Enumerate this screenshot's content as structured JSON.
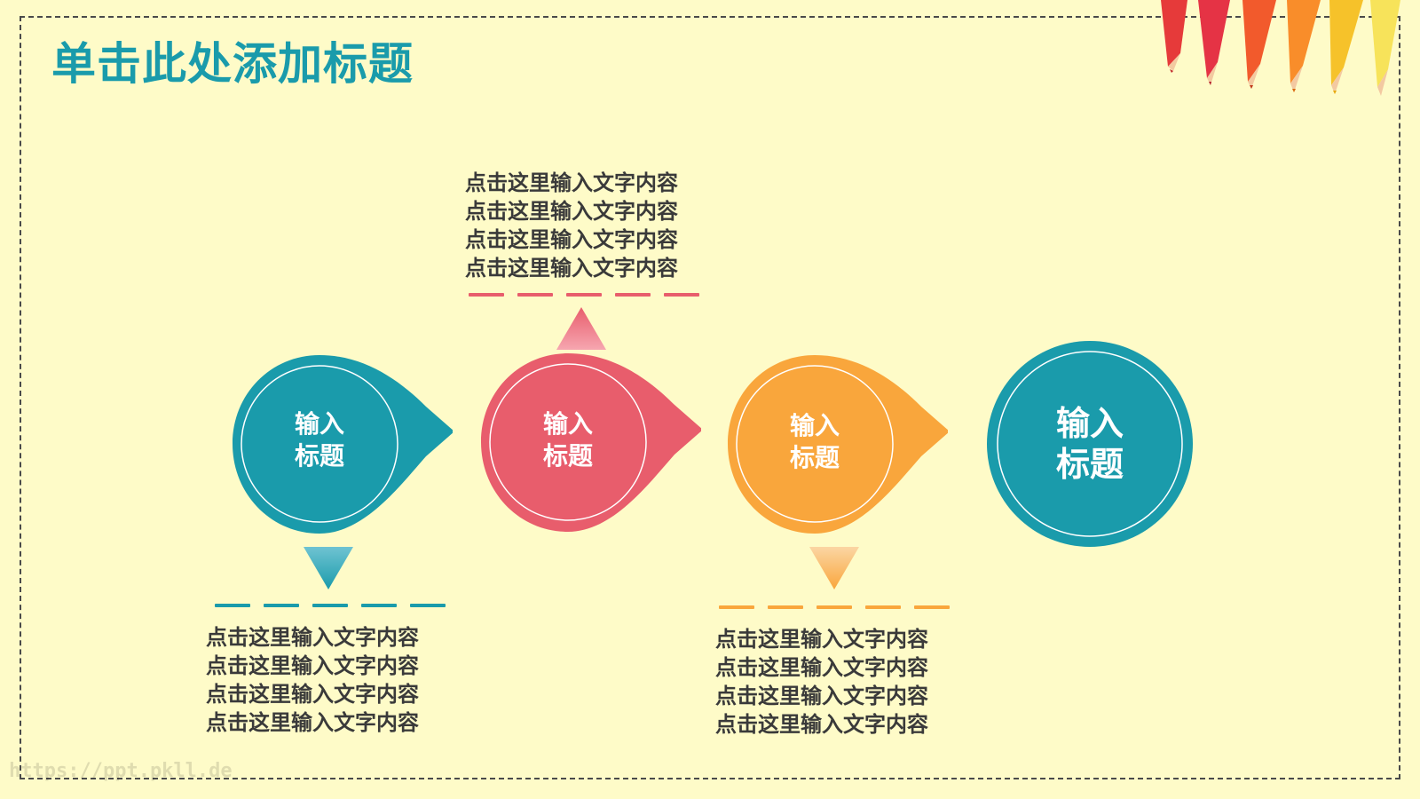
{
  "title": "单击此处添加标题",
  "nodes": [
    {
      "label": "输入\n标题",
      "color": "#1a9bab"
    },
    {
      "label": "输入\n标题",
      "color": "#e85d6c"
    },
    {
      "label": "输入\n标题",
      "color": "#f9a63c"
    },
    {
      "label": "输入\n标题",
      "color": "#1a9bab"
    }
  ],
  "textblocks": [
    {
      "lines": [
        "点击这里输入文字内容",
        "点击这里输入文字内容",
        "点击这里输入文字内容",
        "点击这里输入文字内容"
      ],
      "accent": "#1a9bab"
    },
    {
      "lines": [
        "点击这里输入文字内容",
        "点击这里输入文字内容",
        "点击这里输入文字内容",
        "点击这里输入文字内容"
      ],
      "accent": "#e85d6c"
    },
    {
      "lines": [
        "点击这里输入文字内容",
        "点击这里输入文字内容",
        "点击这里输入文字内容",
        "点击这里输入文字内容"
      ],
      "accent": "#f9a63c"
    }
  ],
  "watermark": "https://ppt.pkll.de",
  "colors": {
    "background": "#fefbc8",
    "teal": "#1a9bab",
    "red": "#e85d6c",
    "orange": "#f9a63c",
    "text": "#3a3a3a"
  },
  "icons": [
    "pencils-decoration"
  ]
}
